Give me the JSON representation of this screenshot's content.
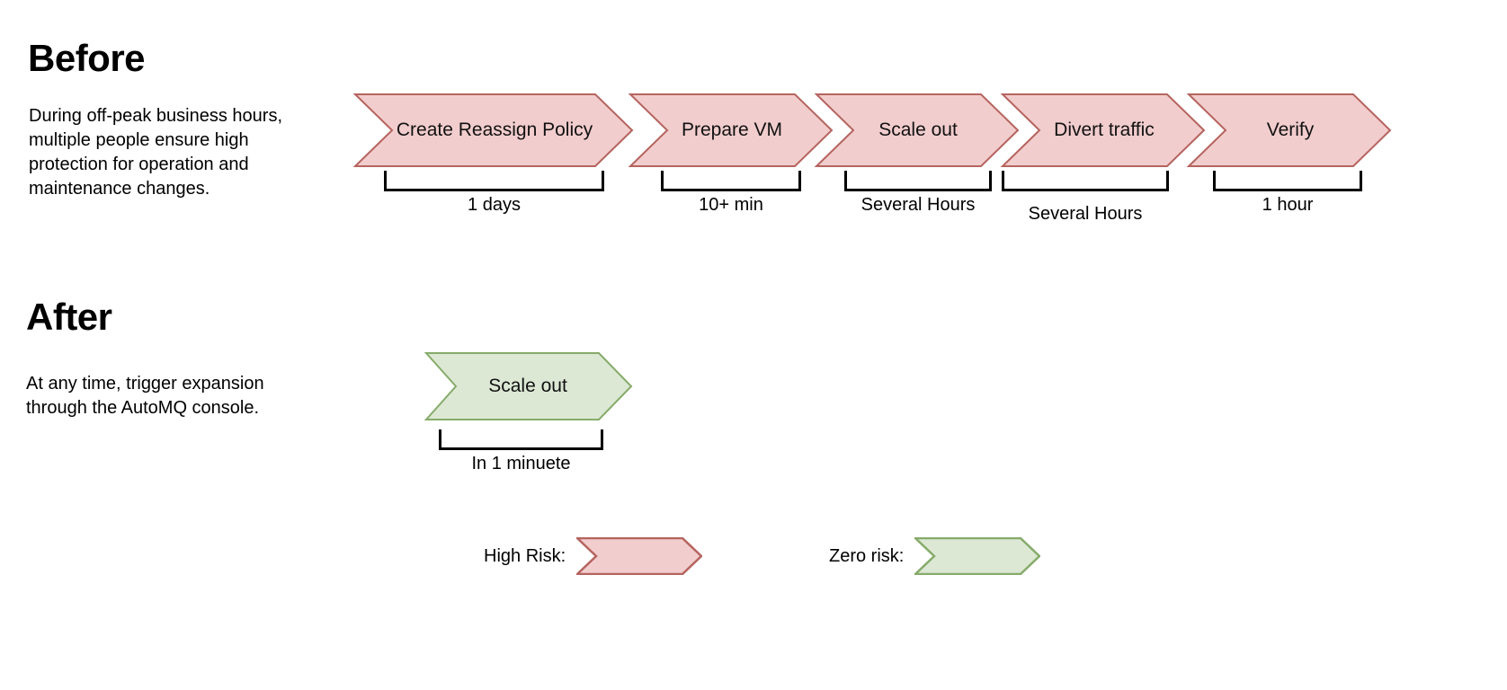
{
  "sections": [
    {
      "id": "before",
      "title": "Before",
      "description": "During off-peak business hours, multiple people ensure high protection for operation and maintenance changes.",
      "steps": [
        {
          "label": "Create Reassign Policy",
          "duration": "1 days"
        },
        {
          "label": "Prepare VM",
          "duration": "10+ min"
        },
        {
          "label": "Scale out",
          "duration": "Several Hours"
        },
        {
          "label": "Divert traffic",
          "duration": "Several Hours"
        },
        {
          "label": "Verify",
          "duration": "1 hour"
        }
      ]
    },
    {
      "id": "after",
      "title": "After",
      "description": "At any time, trigger expansion through the AutoMQ console.",
      "steps": [
        {
          "label": "Scale out",
          "duration": "In 1 minuete"
        }
      ]
    }
  ],
  "legend": [
    {
      "label": "High Risk:",
      "swatch": "red-chevron"
    },
    {
      "label": "Zero risk:",
      "swatch": "green-chevron"
    }
  ],
  "colors": {
    "risk_high_fill": "#f2cdcd",
    "risk_high_stroke": "#b5645f",
    "risk_zero_fill": "#dce8d4",
    "risk_zero_stroke": "#86ab6a",
    "bracket": "#000000",
    "text": "#000000",
    "background": "#ffffff"
  }
}
